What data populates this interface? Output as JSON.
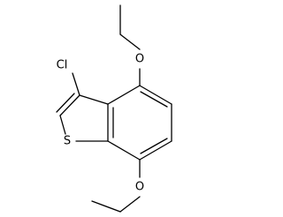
{
  "molecule": {
    "atoms": {
      "chlorine": "Cl",
      "oxygen_top": "O",
      "oxygen_bottom": "O",
      "sulfur": "S"
    }
  }
}
